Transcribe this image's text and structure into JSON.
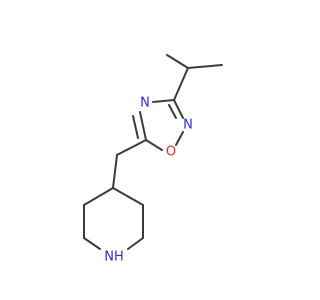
{
  "molecule": {
    "atoms": {
      "n_oxadiazole_4": "N",
      "n_oxadiazole_2": "N",
      "o_oxadiazole_1": "O",
      "nh_piperidine": "NH"
    },
    "colors": {
      "bond": "#3b3b3b",
      "nitrogen": "#2d2de0",
      "oxygen": "#e02d2d"
    }
  }
}
